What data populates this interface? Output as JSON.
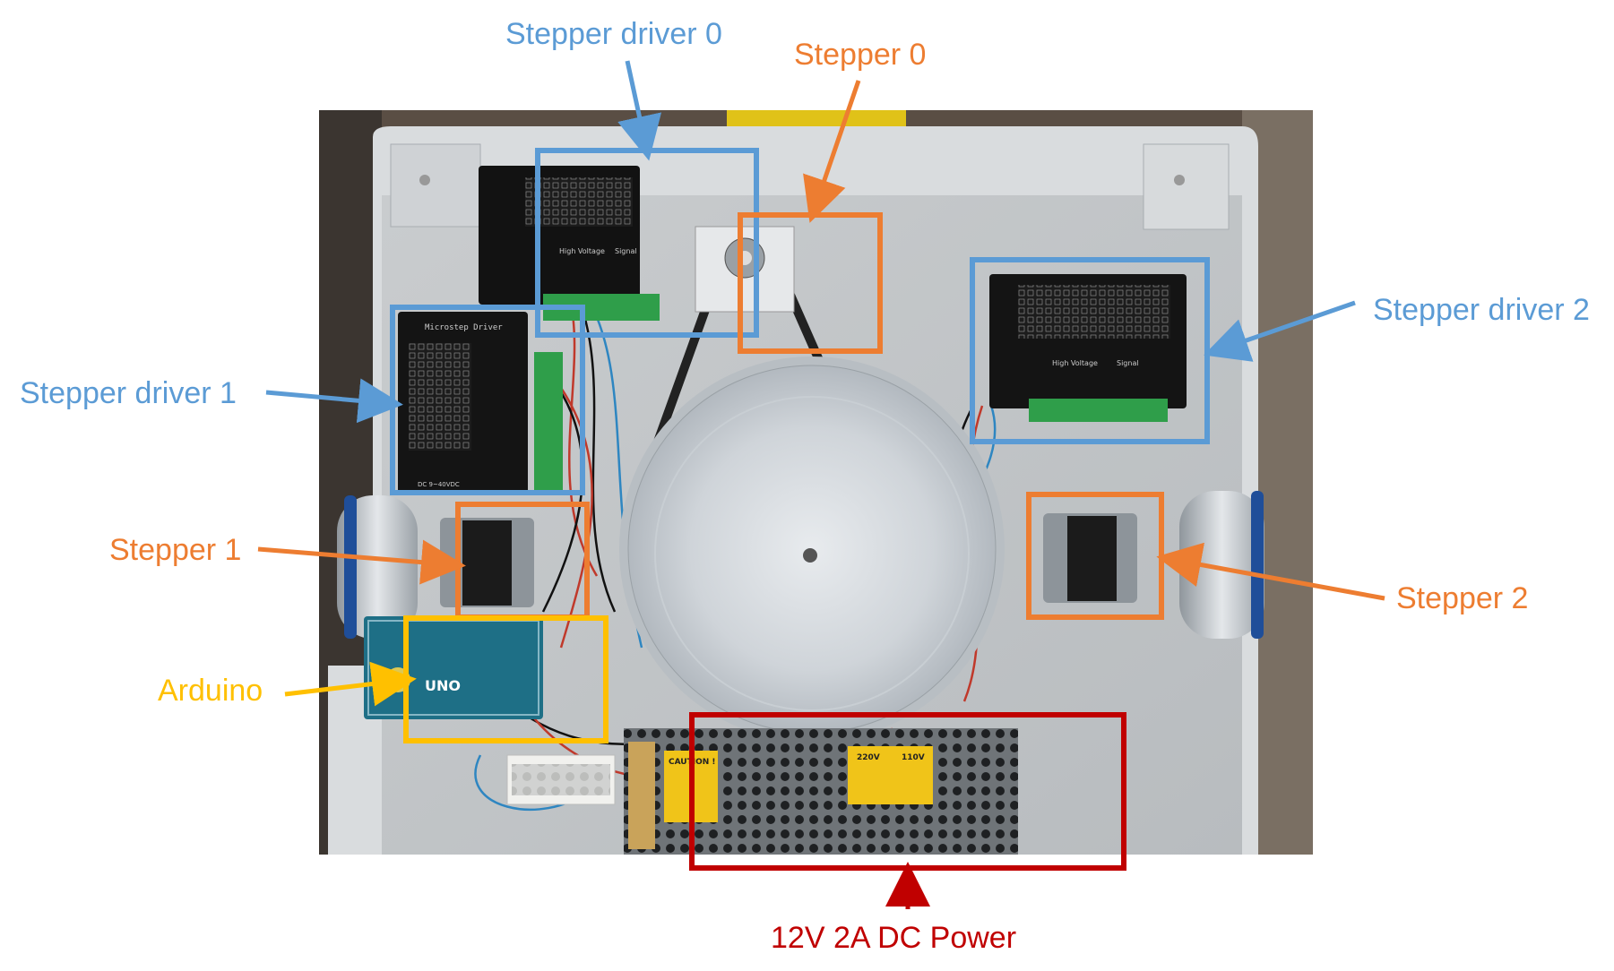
{
  "colors": {
    "driver": "#5b9bd5",
    "stepper": "#ed7d31",
    "arduino": "#ffc000",
    "power": "#c00000"
  },
  "labels": {
    "stepper_driver_0": "Stepper driver 0",
    "stepper_0": "Stepper 0",
    "stepper_driver_1": "Stepper driver 1",
    "stepper_driver_2": "Stepper driver 2",
    "stepper_1": "Stepper 1",
    "stepper_2": "Stepper 2",
    "arduino": "Arduino",
    "power": "12V 2A DC Power"
  },
  "photo": {
    "driver_board_title": "Microstep Driver",
    "driver_supply_text": "DC 9~40VDC",
    "driver_section_high": "High Voltage",
    "driver_section_signal": "Signal",
    "psu_caution": "CAUTION !",
    "psu_voltage_220": "220V",
    "psu_voltage_110": "110V",
    "arduino_board_text": "UNO"
  }
}
